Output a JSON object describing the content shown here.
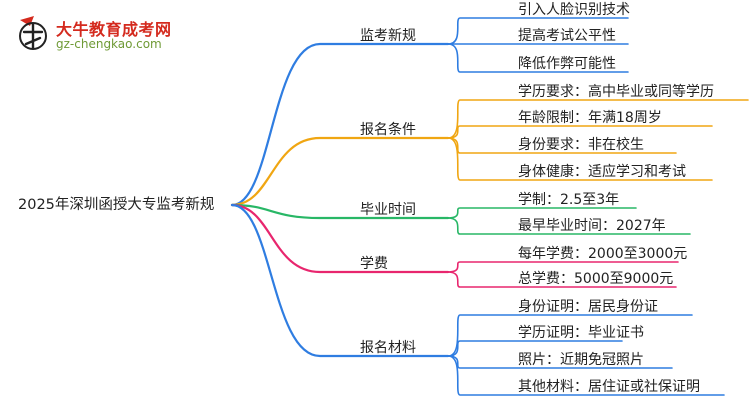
{
  "watermark": {
    "title": "大牛教育成考网",
    "url": "gz-chengkao.com"
  },
  "root": "2025年深圳函授大专监考新规",
  "branches": [
    {
      "label": "监考新规",
      "color": "#2f7de1",
      "items": [
        "引入人脸识别技术",
        "提高考试公平性",
        "降低作弊可能性"
      ]
    },
    {
      "label": "报名条件",
      "color": "#f0a612",
      "items": [
        "学历要求：高中毕业或同等学历",
        "年龄限制：年满18周岁",
        "身份要求：非在校生",
        "身体健康：适应学习和考试"
      ]
    },
    {
      "label": "毕业时间",
      "color": "#28b766",
      "items": [
        "学制：2.5至3年",
        "最早毕业时间：2027年"
      ]
    },
    {
      "label": "学费",
      "color": "#e8266e",
      "items": [
        "每年学费：2000至3000元",
        "总学费：5000至9000元"
      ]
    },
    {
      "label": "报名材料",
      "color": "#2f7de1",
      "items": [
        "身份证明：居民身份证",
        "学历证明：毕业证书",
        "照片：近期免冠照片",
        "其他材料：居住证或社保证明"
      ]
    }
  ]
}
